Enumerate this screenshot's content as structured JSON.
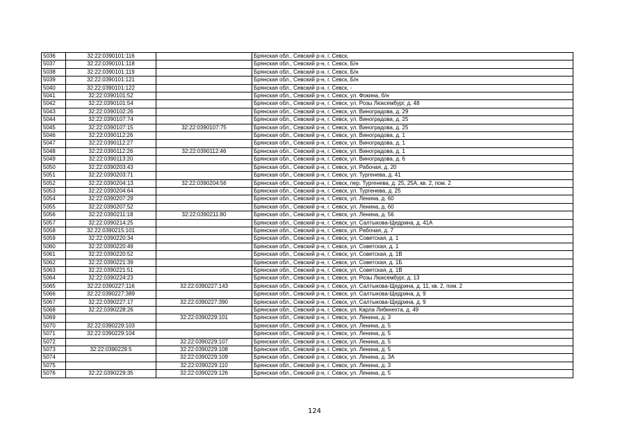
{
  "page_number": "124",
  "rows": [
    {
      "num": "5036",
      "cad": "32:22:0390101:116",
      "cad2": "",
      "addr": "Брянская обл., Севский р-н, г. Севск,"
    },
    {
      "num": "5037",
      "cad": "32:22:0390101:118",
      "cad2": "",
      "addr": "Брянская обл., Севский р-н, г. Севск, Б/н"
    },
    {
      "num": "5038",
      "cad": "32:22:0390101:119",
      "cad2": "",
      "addr": "Брянская обл., Севский р-н, г. Севск, Б/н"
    },
    {
      "num": "5039",
      "cad": "32:22:0390101:121",
      "cad2": "",
      "addr": "Брянская обл., Севский р-н, г. Севск, Б/н"
    },
    {
      "num": "5040",
      "cad": "32:22:0390101:122",
      "cad2": "",
      "addr": "Брянская обл., Севский р-н, г. Севск, -"
    },
    {
      "num": "5041",
      "cad": "32:22:0390101:52",
      "cad2": "",
      "addr": "Брянская обл., Севский р-н, г. Севск, ул. Фокина, б/н"
    },
    {
      "num": "5042",
      "cad": "32:22:0390101:54",
      "cad2": "",
      "addr": "Брянская обл., Севский р-н, г. Севск, ул. Розы Люксембург, д. 48"
    },
    {
      "num": "5043",
      "cad": "32:22:0390102:26",
      "cad2": "",
      "addr": "Брянская обл., Севский р-н, г. Севск, ул. Виноградова, д. 29"
    },
    {
      "num": "5044",
      "cad": "32:22:0390107:74",
      "cad2": "",
      "addr": "Брянская обл., Севский р-н, г. Севск, ул. Виноградова, д. 25"
    },
    {
      "num": "5045",
      "cad": "32:22:0390107:15",
      "cad2": "32:22:0390107:75",
      "addr": "Брянская обл., Севский р-н, г. Севск, ул. Виноградова, д. 25"
    },
    {
      "num": "5046",
      "cad": "32:22:0390112:26",
      "cad2": "",
      "addr": "Брянская обл., Севский р-н, г. Севск, ул. Виноградова, д. 1"
    },
    {
      "num": "5047",
      "cad": "32:22:0390112:27",
      "cad2": "",
      "addr": "Брянская обл., Севский р-н, г. Севск, ул. Виноградова, д. 1"
    },
    {
      "num": "5048",
      "cad": "32:22:0390112:26",
      "cad2": "32:22:0390112:46",
      "addr": "Брянская обл., Севский р-н, г. Севск, ул. Виноградова, д. 1"
    },
    {
      "num": "5049",
      "cad": "32:22:0390113:20",
      "cad2": "",
      "addr": "Брянская обл., Севский р-н, г. Севск, ул. Виноградова, д. 6"
    },
    {
      "num": "5050",
      "cad": "32:22:0390203:43",
      "cad2": "",
      "addr": "Брянская обл., Севский р-н, г. Севск, ул. Рабочая, д. 20"
    },
    {
      "num": "5051",
      "cad": "32:22:0390203:71",
      "cad2": "",
      "addr": "Брянская обл., Севский р-н, г. Севск, ул. Тургенева, д. 41"
    },
    {
      "num": "5052",
      "cad": "32:22:0390204:13",
      "cad2": "32:22:0390204:56",
      "addr": "Брянская обл., Севский р-н, г. Севск, пер. Тургенева, д. 25, 25А, кв. 2, пом. 2"
    },
    {
      "num": "5053",
      "cad": "32:22:0390204:64",
      "cad2": "",
      "addr": "Брянская обл., Севский р-н, г. Севск, ул. Тургенева, д. 25"
    },
    {
      "num": "5054",
      "cad": "32:22:0390207:29",
      "cad2": "",
      "addr": "Брянская обл., Севский р-н, г. Севск, ул. Ленина, д. 60"
    },
    {
      "num": "5055",
      "cad": "32:22:0390207:52",
      "cad2": "",
      "addr": "Брянская обл., Севский р-н, г. Севск, ул. Ленина, д. 60"
    },
    {
      "num": "5056",
      "cad": "32:22:0390211:18",
      "cad2": "32:22:0390211:80",
      "addr": "Брянская обл., Севский р-н, г. Севск, ул. Ленина, д. 56"
    },
    {
      "num": "5057",
      "cad": "32:22:0390214:25",
      "cad2": "",
      "addr": "Брянская обл., Севский р-н, г. Севск, ул. Салтыкова-Щедрина, д. 41А"
    },
    {
      "num": "5058",
      "cad": "32:22:0390215:101",
      "cad2": "",
      "addr": "Брянская обл., Севский р-н, г. Севск, ул. Рабочая, д. 7"
    },
    {
      "num": "5059",
      "cad": "32:22:0390220:34",
      "cad2": "",
      "addr": "Брянская обл., Севский р-н, г. Севск, ул. Советская, д. 1"
    },
    {
      "num": "5060",
      "cad": "32:22:0390220:49",
      "cad2": "",
      "addr": "Брянская обл., Севский р-н, г. Севск, ул. Советская, д. 1"
    },
    {
      "num": "5061",
      "cad": "32:22:0390220:52",
      "cad2": "",
      "addr": "Брянская обл., Севский р-н, г. Севск, ул. Советская, д. 1В"
    },
    {
      "num": "5062",
      "cad": "32:22:0390221:39",
      "cad2": "",
      "addr": "Брянская обл., Севский р-н, г. Севск, ул. Советская, д. 1Б"
    },
    {
      "num": "5063",
      "cad": "32:22:0390221:51",
      "cad2": "",
      "addr": "Брянская обл., Севский р-н, г. Севск, ул. Советская, д. 1В"
    },
    {
      "num": "5064",
      "cad": "32:22:0390224:23",
      "cad2": "",
      "addr": "Брянская обл., Севский р-н, г. Севск, ул. Розы Люксембург, д. 13"
    },
    {
      "num": "5065",
      "cad": "32:22:0390227:116",
      "cad2": "32:22:0390227:143",
      "addr": "Брянская обл., Севский р-н, г. Севск, ул. Салтыкова-Щедрина, д. 11, кв. 2, пом. 2"
    },
    {
      "num": "5066",
      "cad": "32:22:0390227:389",
      "cad2": "",
      "addr": "Брянская обл., Севский р-н, г. Севск, ул. Салтыкова-Щедрина, д. 9"
    },
    {
      "num": "5067",
      "cad": "32:22:0390227:17",
      "cad2": "32:22:0390227:390",
      "addr": "Брянская обл., Севский р-н, г. Севск, ул. Салтыкова-Щедрина, д. 9"
    },
    {
      "num": "5068",
      "cad": "32:22:0390228:26",
      "cad2": "",
      "addr": "Брянская обл., Севский р-н, г. Севск, ул. Карла Либкнехта, д. 49"
    },
    {
      "num": "5069",
      "cad": "",
      "cad2": "32:22:0390229:101",
      "addr": "Брянская обл., Севский р-н, г. Севск, ул. Ленина, д. 3"
    },
    {
      "num": "5070",
      "cad": "32:22:0390229:103",
      "cad2": "",
      "addr": "Брянская обл., Севский р-н, г. Севск, ул. Ленина, д. 5"
    },
    {
      "num": "5071",
      "cad": "32:22:0390229:104",
      "cad2": "",
      "addr": "Брянская обл., Севский р-н, г. Севск, ул. Ленина, д. 5"
    },
    {
      "num": "5072",
      "cad": "",
      "cad2": "32:22:0390229:107",
      "addr": "Брянская обл., Севский р-н, г. Севск, ул. Ленина, д. 5"
    },
    {
      "num": "5073",
      "cad": "32:22:0390229:5",
      "cad2": "32:22:0390229:108",
      "addr": "Брянская обл., Севский р-н, г. Севск, ул. Ленина, д. 5"
    },
    {
      "num": "5074",
      "cad": "",
      "cad2": "32:22:0390229:109",
      "addr": "Брянская обл., Севский р-н, г. Севск, ул. Ленина, д. 3А"
    },
    {
      "num": "5075",
      "cad": "",
      "cad2": "32:22:0390229:110",
      "addr": "Брянская обл., Севский р-н, г. Севск, ул. Ленина, д. 3"
    },
    {
      "num": "5076",
      "cad": "32:22:0390229:35",
      "cad2": "32:22:0390229:126",
      "addr": "Брянская обл., Севский р-н, г. Севск, ул. Ленина, д. 5"
    }
  ]
}
